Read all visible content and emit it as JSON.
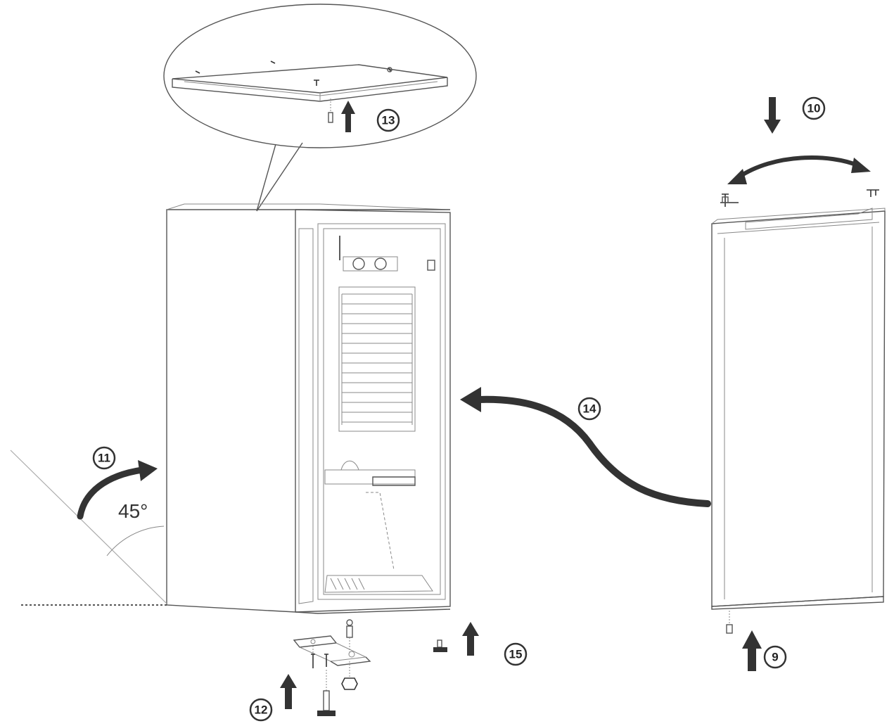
{
  "callouts": {
    "step9": "9",
    "step10": "10",
    "step11": "11",
    "step12": "12",
    "step13": "13",
    "step14": "14",
    "step15": "15"
  },
  "angle_label": "45°",
  "icons": {
    "up_arrow": "up-arrow-icon",
    "down_arrow": "down-arrow-icon",
    "curved_arrow": "curved-arrow-icon",
    "double_curved_arrow": "double-curved-arrow-icon"
  }
}
